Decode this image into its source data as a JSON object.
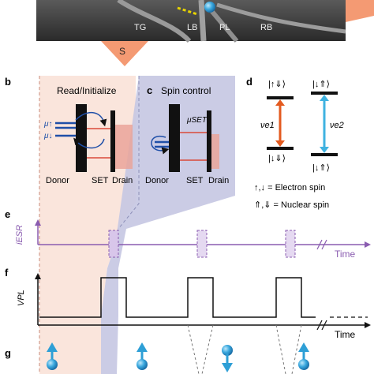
{
  "micrograph": {
    "gates": [
      "TG",
      "LB",
      "PL",
      "RB"
    ],
    "source_label": "S"
  },
  "panels": {
    "b": {
      "letter": "b",
      "title": "Read/Initialize",
      "mu_up": "μ↑",
      "mu_down": "μ↓",
      "labels": {
        "donor": "Donor",
        "set": "SET",
        "drain": "Drain"
      }
    },
    "c": {
      "letter": "c",
      "title": "Spin control",
      "mu_set": "μSET",
      "labels": {
        "donor": "Donor",
        "set": "SET",
        "drain": "Drain"
      }
    },
    "d": {
      "letter": "d",
      "top_left_state": "|↑⇓⟩",
      "bottom_left_state": "|↓⇓⟩",
      "top_right_state": "|↓⇑⟩",
      "bottom_right_state": "|↓⇑⟩",
      "nu_e1": "νe1",
      "nu_e2": "νe2",
      "legend_electron": "↑,↓ = Electron spin",
      "legend_nuclear": "⇑,⇓ = Nuclear spin"
    },
    "e": {
      "letter": "e",
      "y_label": "iESR",
      "x_label": "Time"
    },
    "f": {
      "letter": "f",
      "y_label": "VPL",
      "x_label": "Time"
    },
    "g": {
      "letter": "g"
    }
  },
  "colors": {
    "read_band": "#f4c9b8",
    "control_band": "#b3b5d6",
    "esr_purple": "#8a5cb0",
    "nu_e1_arrow": "#e35a1f",
    "nu_e2_arrow": "#3fb2e0",
    "spin_blue": "#2e9fd6",
    "level_red": "#d94a3a"
  }
}
